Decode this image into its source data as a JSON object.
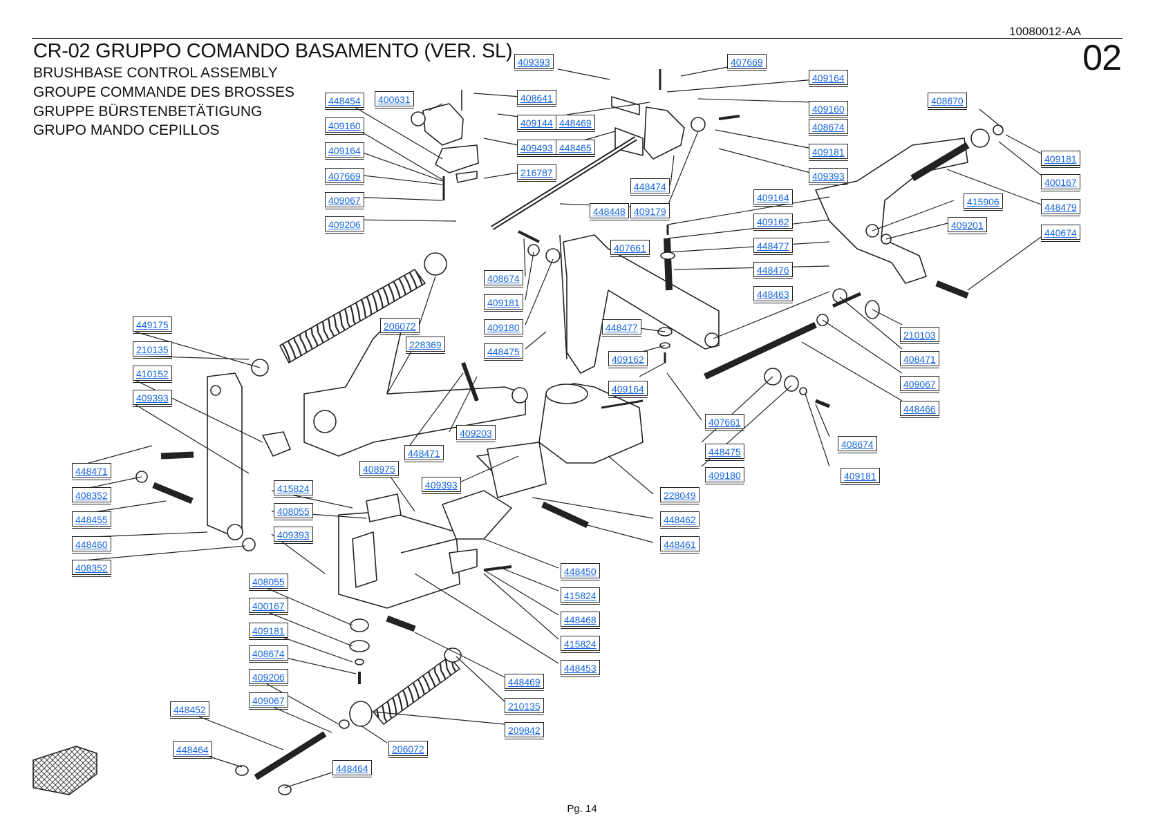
{
  "header": {
    "doc_code": "10080012-AA",
    "page_label": "02",
    "title": "CR-02 GRUPPO COMANDO BASAMENTO (VER. SL)",
    "subtitles": [
      "BRUSHBASE CONTROL ASSEMBLY",
      "GROUPE COMMANDE DES BROSSES",
      "GRUPPE BÜRSTENBETÄTIGUNG",
      "GRUPO MANDO CEPILLOS"
    ]
  },
  "footer": {
    "page": "Pg. 14"
  },
  "callouts": [
    "409393",
    "407669",
    "409164",
    "408641",
    "400631",
    "448454",
    "409160",
    "408670",
    "409144",
    "448469",
    "408674",
    "409493",
    "448465",
    "409181",
    "409160",
    "409164",
    "216787",
    "409181",
    "409393",
    "400167",
    "407669",
    "448474",
    "409164",
    "448479",
    "409067",
    "448448",
    "409179",
    "415906",
    "409162",
    "409201",
    "409206",
    "440674",
    "407661",
    "448477",
    "448476",
    "408674",
    "448463",
    "409181",
    "409180",
    "206072",
    "449175",
    "210135",
    "228369",
    "448477",
    "210103",
    "448475",
    "409162",
    "408471",
    "409067",
    "410152",
    "409164",
    "448466",
    "409393",
    "407661",
    "409203",
    "448471",
    "408674",
    "448475",
    "448471",
    "409180",
    "409181",
    "408975",
    "408352",
    "409393",
    "415824",
    "228049",
    "448455",
    "408055",
    "448462",
    "448460",
    "409393",
    "448461",
    "408352",
    "448450",
    "408055",
    "415824",
    "400167",
    "448468",
    "409181",
    "415824",
    "408674",
    "448453",
    "409206",
    "448469",
    "409067",
    "210135",
    "448452",
    "209842",
    "448464",
    "206072",
    "448464"
  ]
}
